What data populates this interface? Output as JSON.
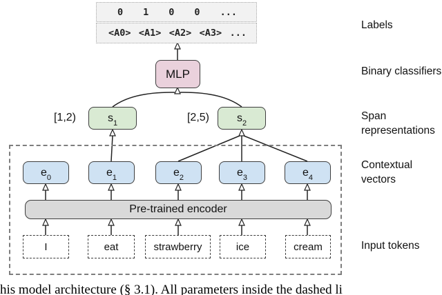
{
  "diagram": {
    "output": {
      "values": [
        "0",
        "1",
        "0",
        "0",
        "..."
      ],
      "tokens": [
        "<A0>",
        "<A1>",
        "<A2>",
        "<A3>",
        "..."
      ]
    },
    "mlp": {
      "label": "MLP"
    },
    "spans": {
      "items": [
        {
          "interval": "[1,2)",
          "symbol": "s",
          "sub": "1"
        },
        {
          "interval": "[2,5)",
          "symbol": "s",
          "sub": "2"
        }
      ]
    },
    "vectors": {
      "items": [
        {
          "symbol": "e",
          "sub": "0"
        },
        {
          "symbol": "e",
          "sub": "1"
        },
        {
          "symbol": "e",
          "sub": "2"
        },
        {
          "symbol": "e",
          "sub": "3"
        },
        {
          "symbol": "e",
          "sub": "4"
        }
      ]
    },
    "encoder": {
      "label": "Pre-trained encoder"
    },
    "input": {
      "tokens": [
        "I",
        "eat",
        "strawberry",
        "ice",
        "cream"
      ]
    },
    "side_labels": {
      "labels": "Labels",
      "binary_classifiers": "Binary classifiers",
      "span_representations": "Span representations",
      "contextual_vectors": "Contextual vectors",
      "input_tokens": "Input tokens"
    },
    "caption": "his model architecture (§ 3.1). All parameters inside the dashed li",
    "colors": {
      "mlp_fill": "#ead1dc",
      "span_fill": "#d9ead3",
      "vector_fill": "#cfe2f3",
      "encoder_fill": "#d9d9d9"
    }
  }
}
